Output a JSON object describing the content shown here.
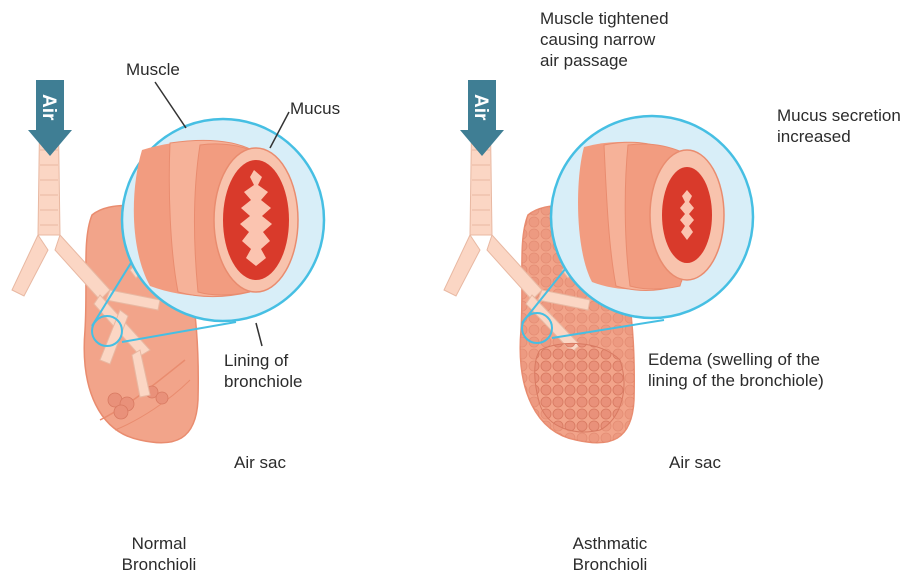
{
  "arrow_text": "Air",
  "normal": {
    "labels": {
      "muscle": "Muscle",
      "mucus": "Mucus",
      "lining": [
        "Lining of",
        "bronchiole"
      ],
      "air_sac": "Air sac"
    },
    "caption": [
      "Normal",
      "Bronchioli"
    ]
  },
  "asthmatic": {
    "labels": {
      "muscle": [
        "Muscle tightened",
        "causing narrow",
        "air passage"
      ],
      "mucus": [
        "Mucus secretion",
        "increased"
      ],
      "edema": [
        "Edema (swelling of the",
        "lining of the bronchiole)"
      ],
      "air_sac": "Air sac"
    },
    "caption": [
      "Asthmatic",
      "Bronchioli"
    ]
  },
  "colors": {
    "lung": "#f2a48a",
    "lung_dark": "#e98c6f",
    "trachea": "#fbd6c4",
    "muscle": "#f29c80",
    "lining": "#f8c3ad",
    "mucus": "#d93a2b",
    "lumen_light": "#fbc4b0",
    "lens_fill": "#d8eef8",
    "lens_stroke": "#46bfe3",
    "arrow": "#3f7e94"
  }
}
